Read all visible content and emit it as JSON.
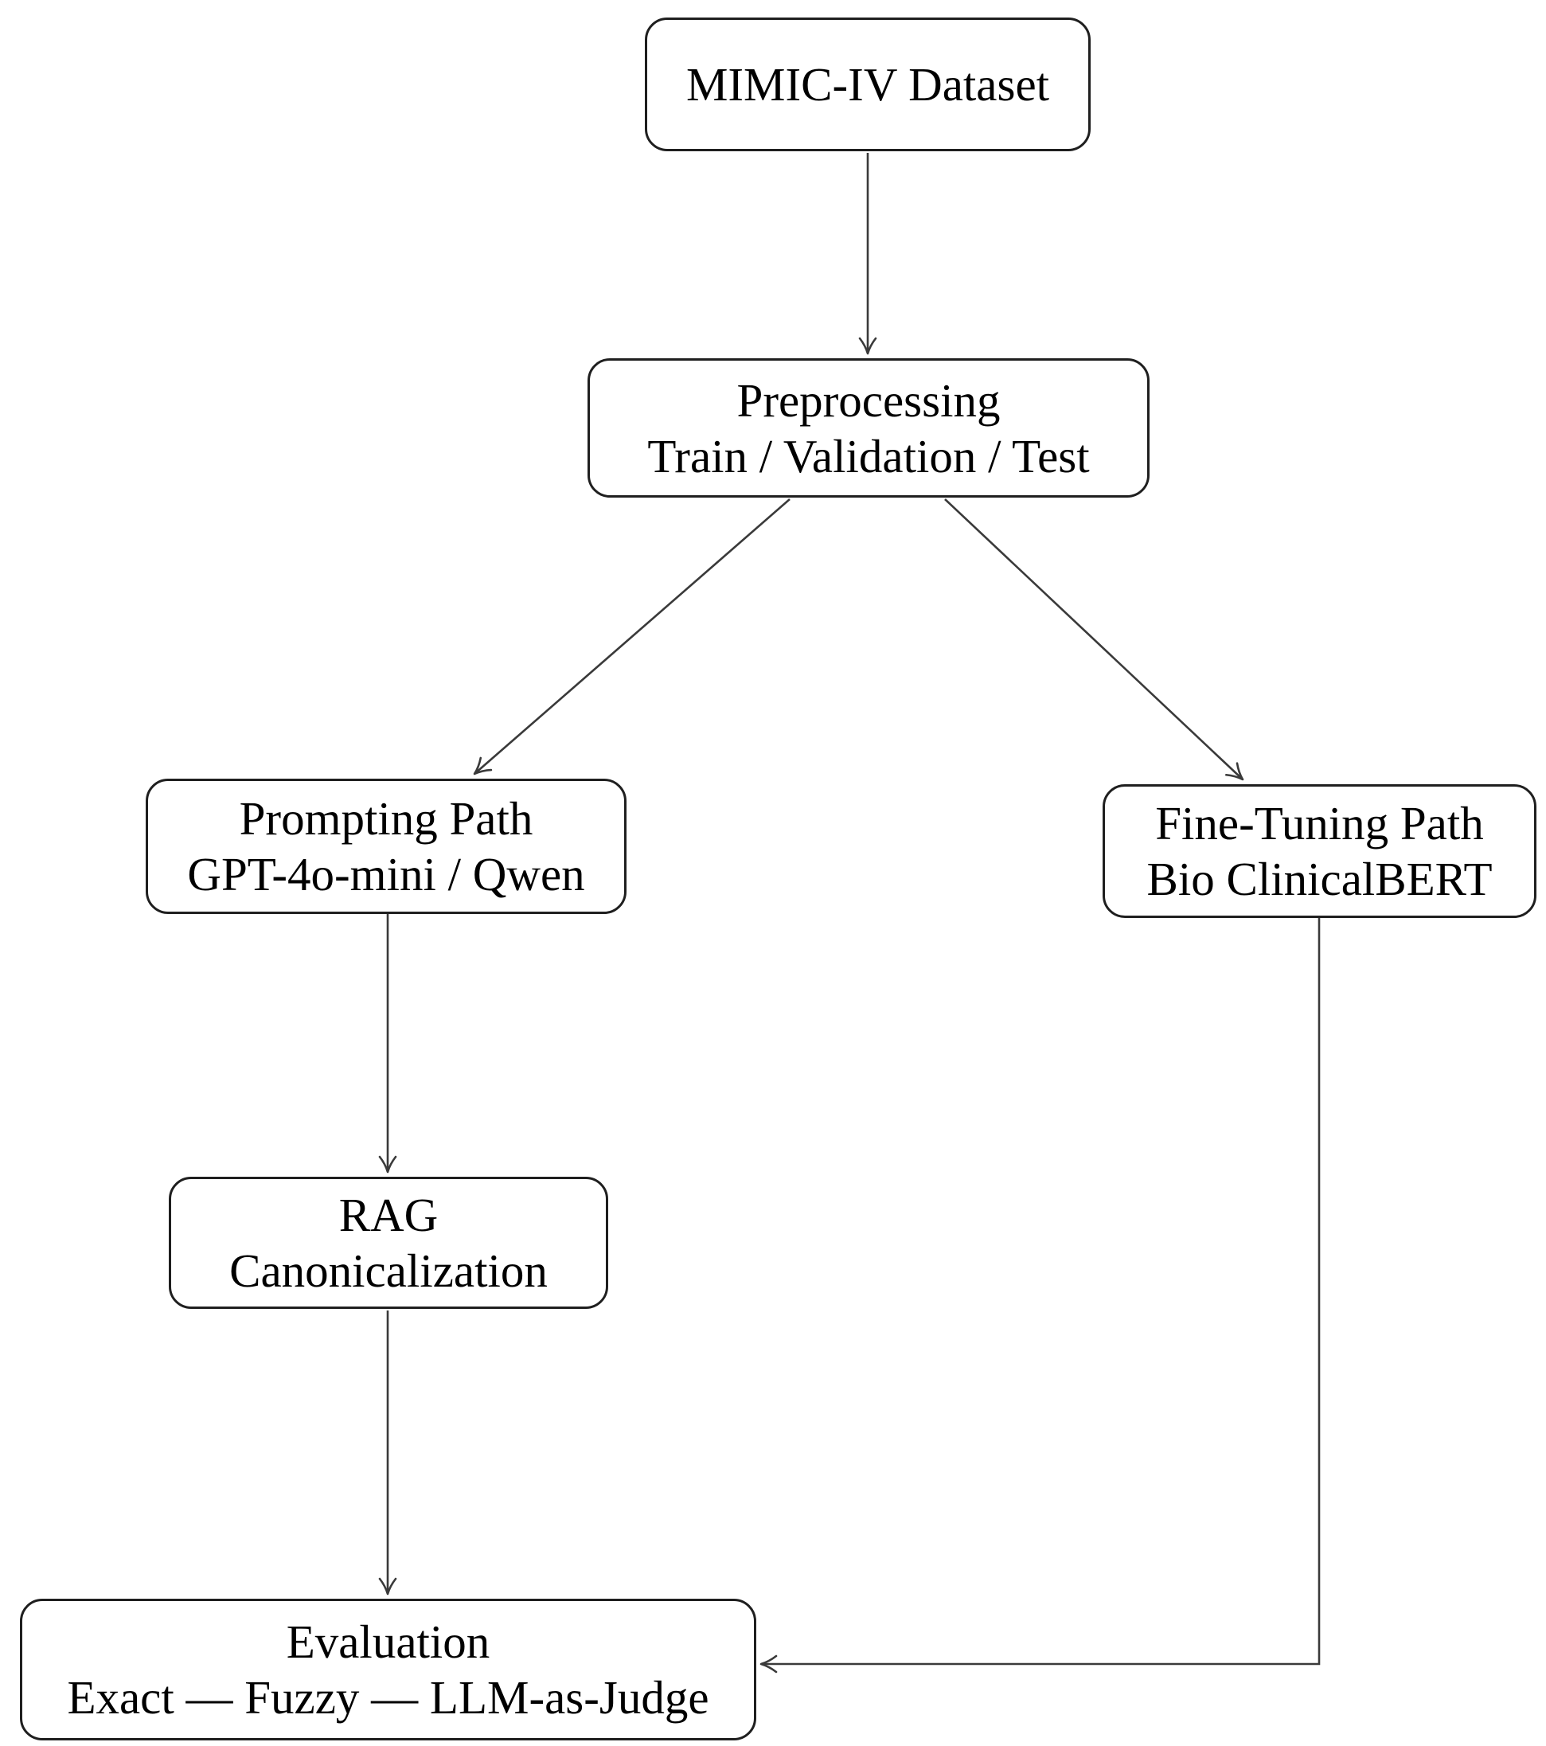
{
  "diagram": {
    "nodes": {
      "mimic": {
        "lines": [
          "MIMIC-IV Dataset"
        ]
      },
      "preprocessing": {
        "lines": [
          "Preprocessing",
          "Train / Validation / Test"
        ]
      },
      "prompting": {
        "lines": [
          "Prompting Path",
          "GPT-4o-mini / Qwen"
        ]
      },
      "finetuning": {
        "lines": [
          "Fine-Tuning Path",
          "Bio ClinicalBERT"
        ]
      },
      "rag": {
        "lines": [
          "RAG",
          "Canonicalization"
        ]
      },
      "evaluation": {
        "lines": [
          "Evaluation",
          "Exact — Fuzzy — LLM-as-Judge"
        ]
      }
    },
    "edges": [
      {
        "from": "mimic",
        "to": "preprocessing"
      },
      {
        "from": "preprocessing",
        "to": "prompting"
      },
      {
        "from": "preprocessing",
        "to": "finetuning"
      },
      {
        "from": "prompting",
        "to": "rag"
      },
      {
        "from": "rag",
        "to": "evaluation"
      },
      {
        "from": "finetuning",
        "to": "evaluation"
      }
    ],
    "colors": {
      "background": "#ffffff",
      "box_border": "#1f1f1f",
      "box_fill": "#ffffff",
      "arrow": "#3a3a3a",
      "text": "#000000"
    }
  }
}
